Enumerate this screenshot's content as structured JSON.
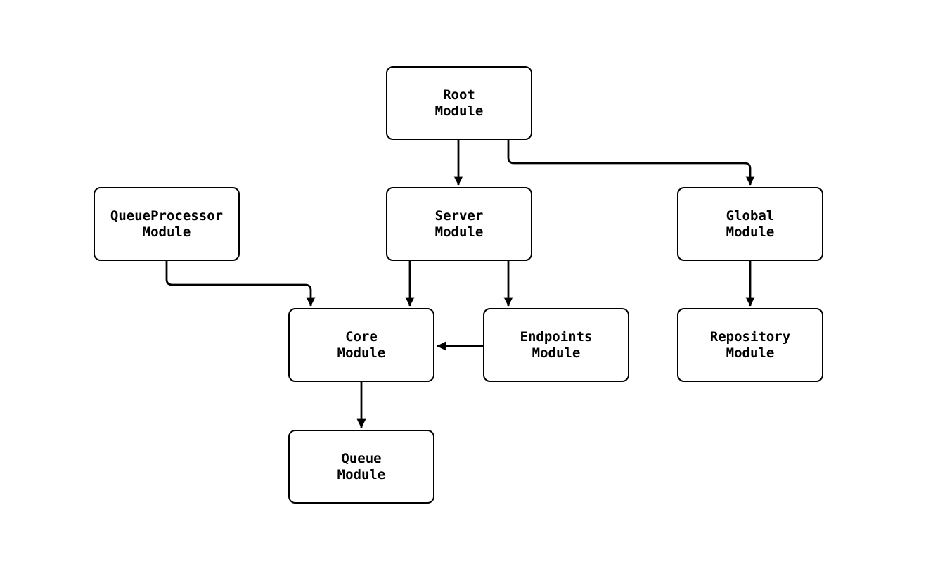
{
  "diagram": {
    "type": "module-dependency-flowchart",
    "background_color": "#ffffff",
    "node_fill_color": "#ffffff",
    "stroke_color": "#000000",
    "nodes": [
      {
        "id": "root",
        "lines": [
          "Root",
          "Module"
        ]
      },
      {
        "id": "queueprocessor",
        "lines": [
          "QueueProcessor",
          "Module"
        ]
      },
      {
        "id": "server",
        "lines": [
          "Server",
          "Module"
        ]
      },
      {
        "id": "global",
        "lines": [
          "Global",
          "Module"
        ]
      },
      {
        "id": "core",
        "lines": [
          "Core",
          "Module"
        ]
      },
      {
        "id": "endpoints",
        "lines": [
          "Endpoints",
          "Module"
        ]
      },
      {
        "id": "repository",
        "lines": [
          "Repository",
          "Module"
        ]
      },
      {
        "id": "queue",
        "lines": [
          "Queue",
          "Module"
        ]
      }
    ],
    "edges": [
      {
        "from": "root",
        "to": "server"
      },
      {
        "from": "root",
        "to": "global"
      },
      {
        "from": "queueprocessor",
        "to": "core"
      },
      {
        "from": "server",
        "to": "core"
      },
      {
        "from": "server",
        "to": "endpoints"
      },
      {
        "from": "endpoints",
        "to": "core"
      },
      {
        "from": "global",
        "to": "repository"
      },
      {
        "from": "core",
        "to": "queue"
      }
    ]
  }
}
